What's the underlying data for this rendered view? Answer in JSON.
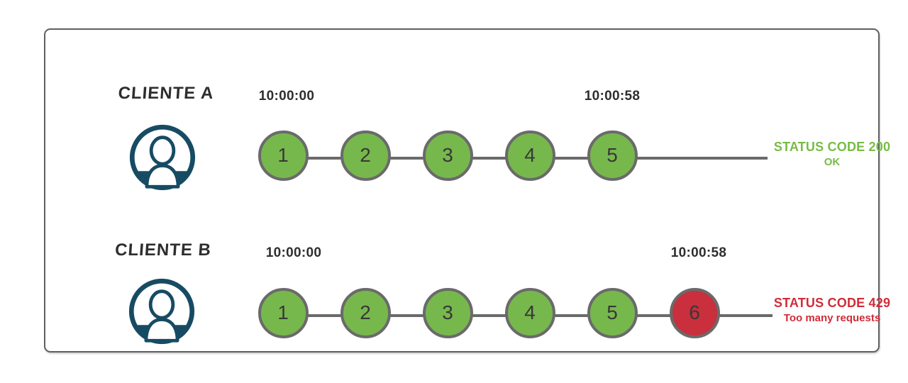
{
  "colors": {
    "green": "#77b84d",
    "red": "#c92f3c",
    "circle_border": "#6a6a6a",
    "line": "#6a6a6a",
    "green_text": "#77bc44",
    "red_text": "#d02c3a",
    "avatar": "#174b63",
    "ink": "#2e2e2e",
    "number": "#383838",
    "frame_border": "#5f5f5f"
  },
  "rows": [
    {
      "label": "CLIENTE A",
      "icon": "user-avatar-icon",
      "start_time": "10:00:00",
      "end_time": "10:00:58",
      "requests": [
        {
          "n": "1",
          "status": "ok"
        },
        {
          "n": "2",
          "status": "ok"
        },
        {
          "n": "3",
          "status": "ok"
        },
        {
          "n": "4",
          "status": "ok"
        },
        {
          "n": "5",
          "status": "ok"
        }
      ],
      "status_line1": "STATUS CODE 200",
      "status_line2": "OK"
    },
    {
      "label": "CLIENTE B",
      "icon": "user-avatar-icon",
      "start_time": "10:00:00",
      "end_time": "10:00:58",
      "requests": [
        {
          "n": "1",
          "status": "ok"
        },
        {
          "n": "2",
          "status": "ok"
        },
        {
          "n": "3",
          "status": "ok"
        },
        {
          "n": "4",
          "status": "ok"
        },
        {
          "n": "5",
          "status": "ok"
        },
        {
          "n": "6",
          "status": "blocked"
        }
      ],
      "status_line1": "STATUS CODE 429",
      "status_line2": "Too many requests"
    }
  ]
}
